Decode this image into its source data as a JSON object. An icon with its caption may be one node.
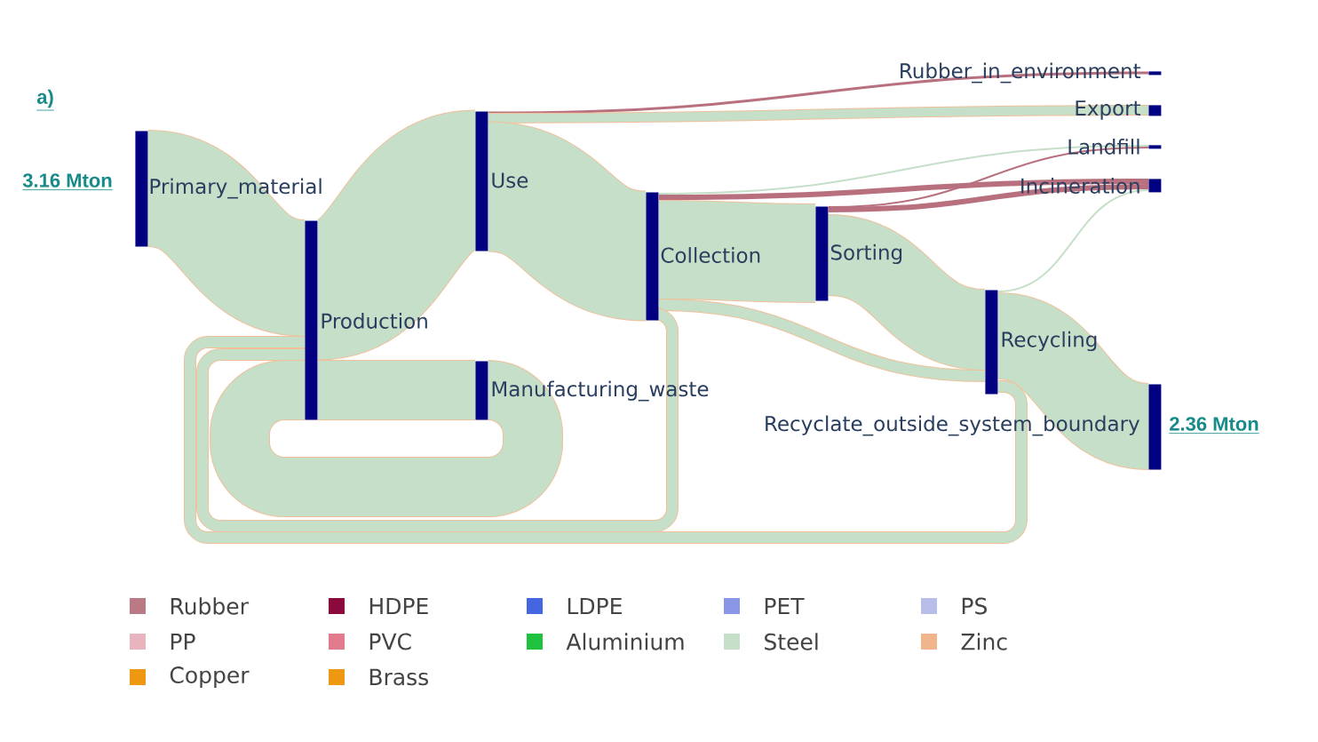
{
  "diagram": {
    "nodes": [
      {
        "text": [
          "Primary_material"
        ],
        "beside": [
          "3.16 Mton"
        ]
      },
      {
        "text": [
          "Production"
        ]
      },
      {
        "text": [
          "Use"
        ]
      },
      {
        "text": [
          "Manufacturing_waste"
        ]
      },
      {
        "text": [
          "Collection"
        ]
      },
      {
        "text": [
          "Sorting"
        ]
      },
      {
        "text": [
          "Recycling"
        ]
      },
      {
        "text": [
          "Recyclate_outside_system_boundary"
        ],
        "beside": [
          "2.36 Mton"
        ]
      },
      {
        "text": [
          "Rubber_in_environment"
        ]
      },
      {
        "text": [
          "Export"
        ]
      },
      {
        "text": [
          "Landfill"
        ]
      },
      {
        "text": [
          "Incineration"
        ]
      }
    ],
    "edges": [
      {
        "from": 0,
        "to": 1,
        "arrow": "none",
        "style": "thick"
      },
      {
        "from": 1,
        "to": 2,
        "arrow": "none",
        "style": "thick"
      },
      {
        "from": 1,
        "to": 3,
        "arrow": "none",
        "style": "thick"
      },
      {
        "from": 3,
        "to": 1,
        "arrow": "none",
        "style": "thick"
      },
      {
        "from": 2,
        "to": 8,
        "arrow": "none",
        "color": "#b9707e"
      },
      {
        "from": 2,
        "to": 9,
        "arrow": "none"
      },
      {
        "from": 2,
        "to": 4,
        "arrow": "none",
        "style": "thick"
      },
      {
        "from": 4,
        "to": 10,
        "arrow": "none"
      },
      {
        "from": 4,
        "to": 11,
        "arrow": "none",
        "color": "#b9707e"
      },
      {
        "from": 4,
        "to": 5,
        "arrow": "none",
        "style": "thick"
      },
      {
        "from": 4,
        "to": 6,
        "arrow": "none"
      },
      {
        "from": 4,
        "to": 1,
        "arrow": "none"
      },
      {
        "from": 5,
        "to": 10,
        "arrow": "none",
        "color": "#b9707e"
      },
      {
        "from": 5,
        "to": 11,
        "arrow": "none",
        "color": "#b9707e"
      },
      {
        "from": 5,
        "to": 6,
        "arrow": "none",
        "style": "thick"
      },
      {
        "from": 6,
        "to": 11,
        "arrow": "none"
      },
      {
        "from": 6,
        "to": 7,
        "arrow": "none",
        "style": "thick"
      },
      {
        "from": 6,
        "to": 1,
        "arrow": "none"
      }
    ],
    "labels": [
      "a)"
    ],
    "legend": [
      {
        "text": "Rubber",
        "color": "#b97a85"
      },
      {
        "text": "HDPE",
        "color": "#8b0a3e"
      },
      {
        "text": "LDPE",
        "color": "#4466e0"
      },
      {
        "text": "PET",
        "color": "#8a97e6"
      },
      {
        "text": "PS",
        "color": "#b8bde9"
      },
      {
        "text": "PP",
        "color": "#e8b4bd"
      },
      {
        "text": "PVC",
        "color": "#e07a8c"
      },
      {
        "text": "Aluminium",
        "color": "#1fc23f"
      },
      {
        "text": "Steel",
        "color": "#c6dfc8"
      },
      {
        "text": "Zinc",
        "color": "#f0b58c"
      },
      {
        "text": "Copper",
        "color": "#ee9710"
      },
      {
        "text": "Brass",
        "color": "#ee9710"
      }
    ]
  }
}
